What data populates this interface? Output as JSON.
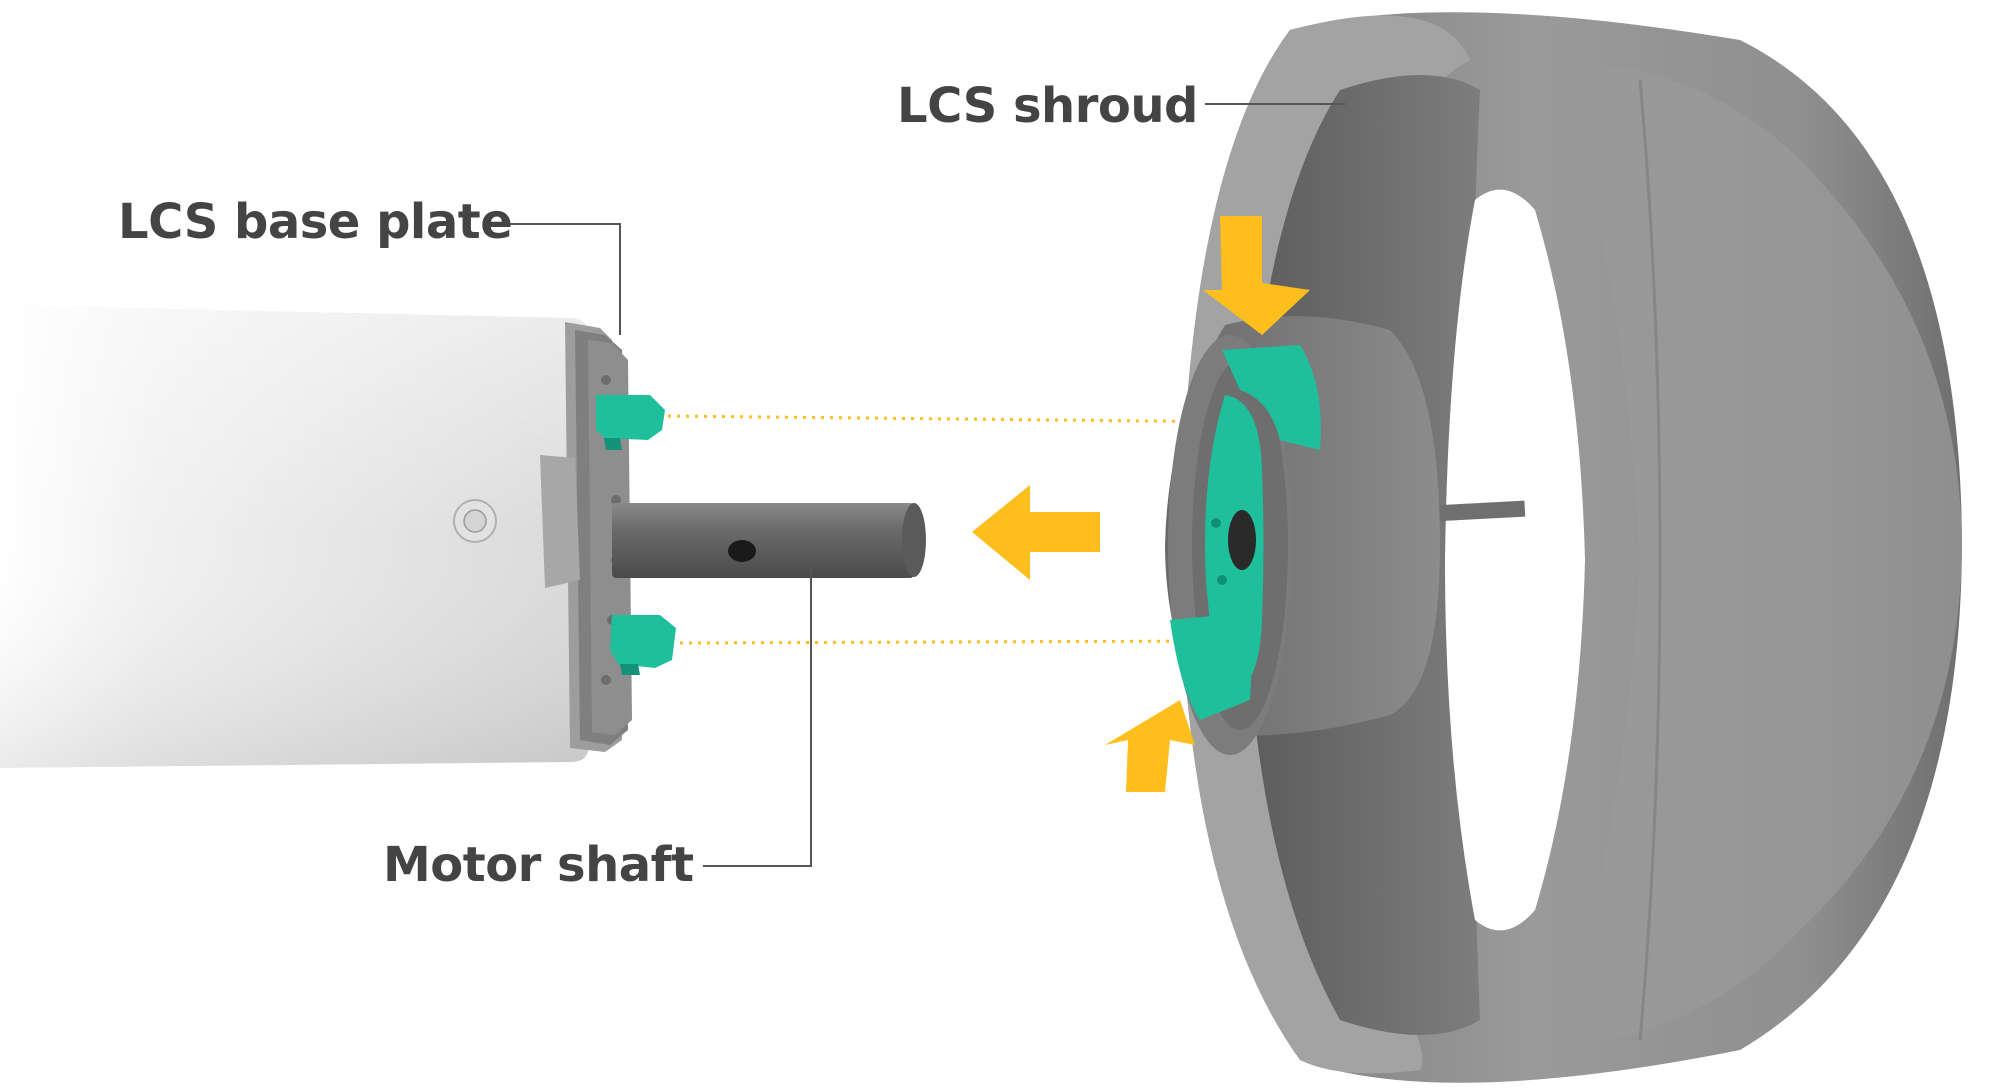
{
  "labels": {
    "shroud": "LCS shroud",
    "base_plate": "LCS base plate",
    "motor_shaft": "Motor shaft"
  },
  "colors": {
    "accent_arrow": "#FDBE1E",
    "teal_part": "#1FBF9C",
    "label_text": "#444444",
    "shroud_grey": "#8A8A8A",
    "motor_body": "#E6E6E6"
  }
}
